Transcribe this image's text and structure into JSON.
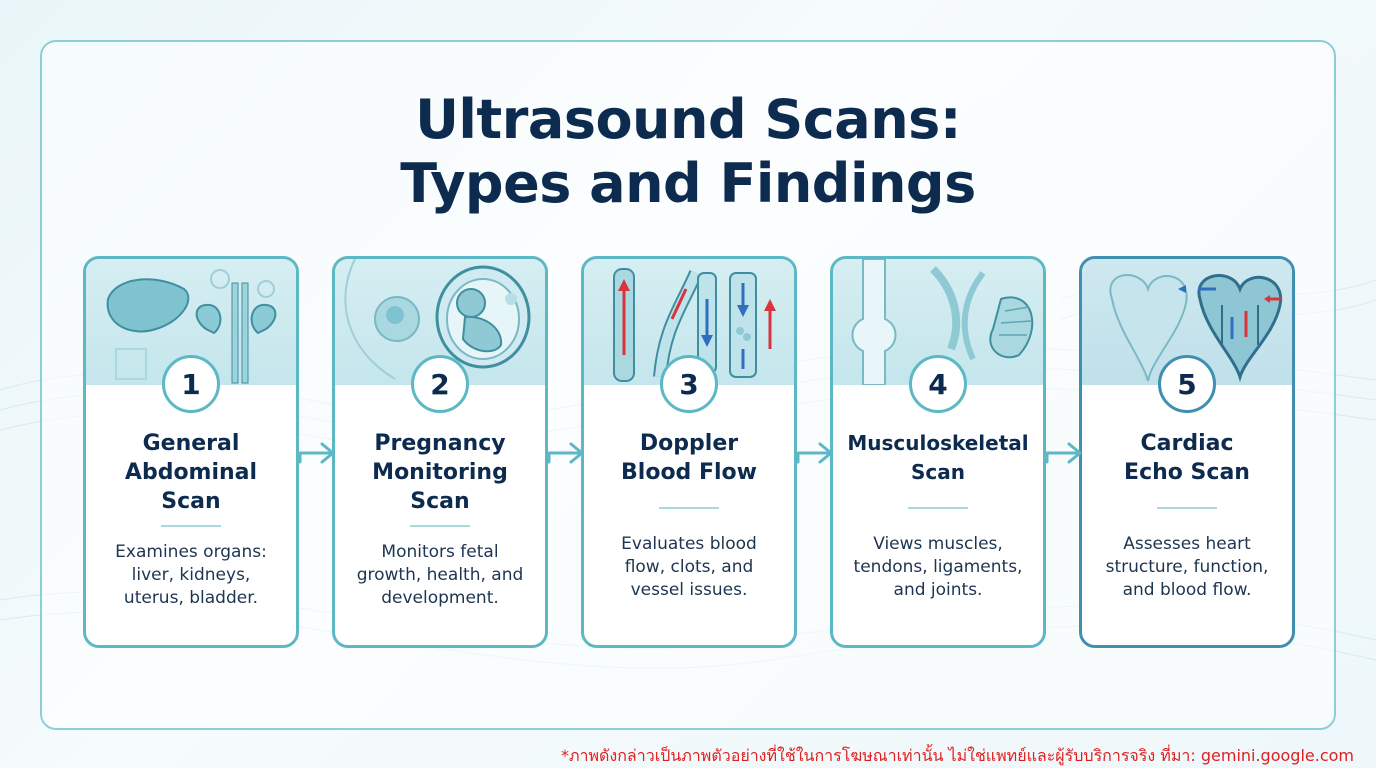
{
  "title_line1": "Ultrasound Scans:",
  "title_line2": "Types and Findings",
  "cards": [
    {
      "number": "1",
      "title": "General\nAbdominal\nScan",
      "description": "Examines organs:\nliver, kidneys,\nuterus, bladder.",
      "icon": "abdominal-organs-icon"
    },
    {
      "number": "2",
      "title": "Pregnancy\nMonitoring\nScan",
      "description": "Monitors fetal\ngrowth, health, and\ndevelopment.",
      "icon": "fetus-icon"
    },
    {
      "number": "3",
      "title": "Doppler\nBlood Flow",
      "description": "Evaluates blood\nflow, clots, and\nvessel issues.",
      "icon": "blood-vessels-icon"
    },
    {
      "number": "4",
      "title": "Musculoskeletal\nScan",
      "description": "Views muscles,\ntendons, ligaments,\nand joints.",
      "icon": "joint-muscle-icon"
    },
    {
      "number": "5",
      "title": "Cardiac\nEcho Scan",
      "description": "Assesses heart\nstructure, function,\nand blood flow.",
      "icon": "heart-icon"
    }
  ],
  "footnote": "*ภาพดังกล่าวเป็นภาพตัวอย่างที่ใช้ในการโฆษณาเท่านั้น ไม่ใช่แพทย์และผู้รับบริการจริง ที่มา: gemini.google.com",
  "colors": {
    "title": "#0d2b4e",
    "card_border": "#5cb8c4",
    "card5_border": "#3f8fb0",
    "arrow": "#5cb8c4",
    "footnote": "#e02020",
    "flow_red": "#d9343b",
    "flow_blue": "#2f6fc0"
  }
}
